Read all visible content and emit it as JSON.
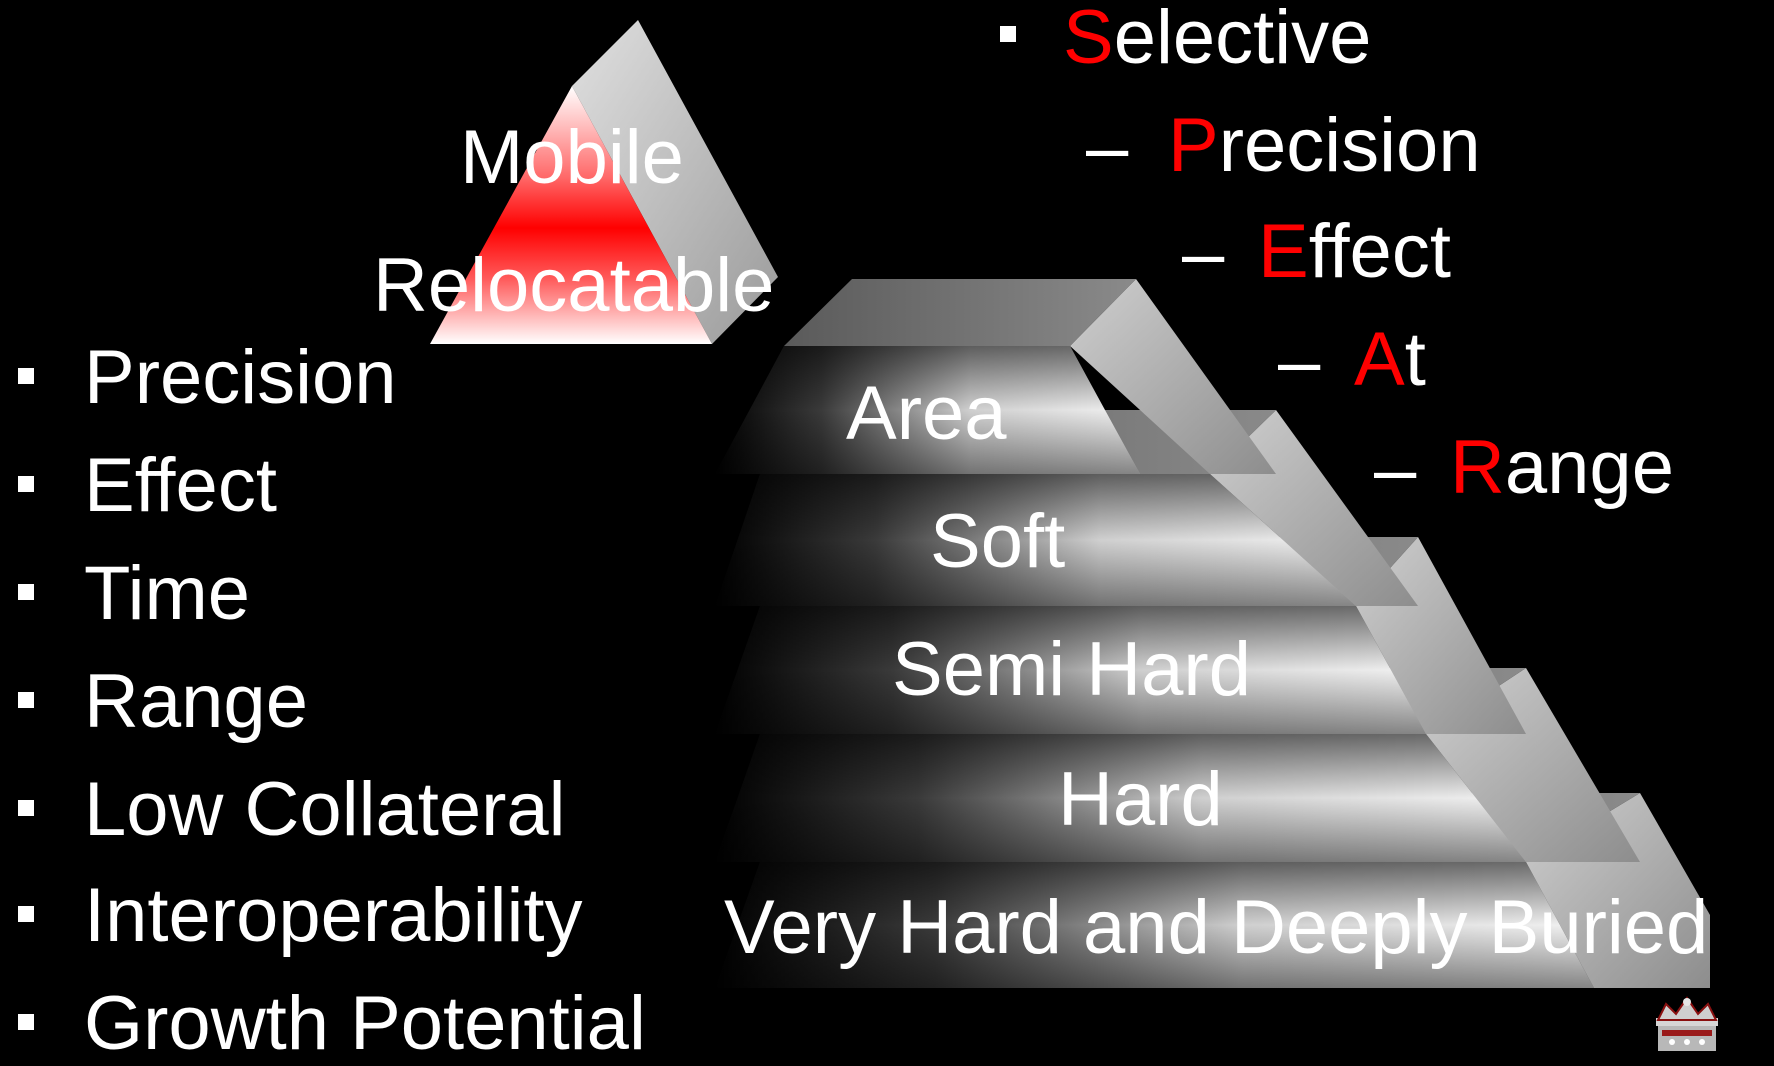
{
  "colors": {
    "background": "#000000",
    "text": "#ffffff",
    "accent": "#ff0000"
  },
  "triangle": {
    "labels": [
      "Mobile",
      "Relocatable"
    ]
  },
  "left_list": {
    "items": [
      "Precision",
      "Effect",
      "Time",
      "Range",
      "Low Collateral",
      "Interoperability",
      "Growth Potential"
    ]
  },
  "acronym": {
    "heading": {
      "initial": "S",
      "rest": "elective"
    },
    "items": [
      {
        "initial": "P",
        "rest": "recision"
      },
      {
        "initial": "E",
        "rest": "ffect"
      },
      {
        "initial": "A",
        "rest": "t"
      },
      {
        "initial": "R",
        "rest": "ange"
      }
    ]
  },
  "pyramid": {
    "tiers": [
      "Area",
      "Soft",
      "Semi Hard",
      "Hard",
      "Very Hard and Deeply Buried"
    ]
  },
  "emblem": {
    "icon": "crown-icon"
  }
}
